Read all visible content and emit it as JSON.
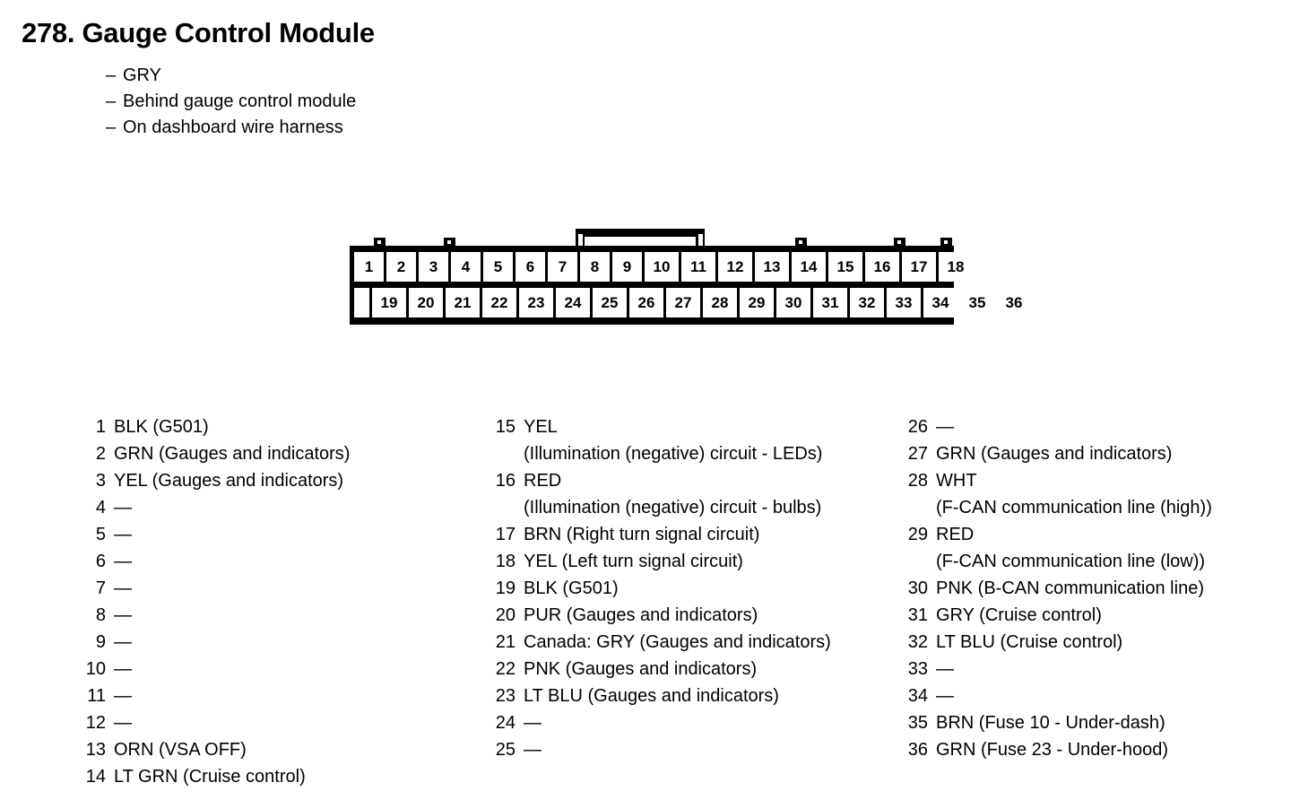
{
  "header": {
    "title": "278. Gauge Control Module",
    "notes": [
      "GRY",
      "Behind gauge control module",
      "On dashboard wire harness"
    ],
    "note_dash": "–"
  },
  "connector": {
    "top_row": [
      "1",
      "2",
      "3",
      "4",
      "5",
      "6",
      "7",
      "8",
      "9",
      "10",
      "11",
      "12",
      "13",
      "14",
      "15",
      "16",
      "17",
      "18"
    ],
    "bottom_row": [
      "19",
      "20",
      "21",
      "22",
      "23",
      "24",
      "25",
      "26",
      "27",
      "28",
      "29",
      "30",
      "31",
      "32",
      "33",
      "34",
      "35",
      "36"
    ]
  },
  "legend": {
    "empty_mark": "—",
    "columns": [
      {
        "items": [
          {
            "num": "1",
            "line1": "BLK (G501)",
            "line2": ""
          },
          {
            "num": "2",
            "line1": "GRN (Gauges and indicators)",
            "line2": ""
          },
          {
            "num": "3",
            "line1": "YEL (Gauges and indicators)",
            "line2": ""
          },
          {
            "num": "4",
            "line1": "—",
            "line2": ""
          },
          {
            "num": "5",
            "line1": "—",
            "line2": ""
          },
          {
            "num": "6",
            "line1": "—",
            "line2": ""
          },
          {
            "num": "7",
            "line1": "—",
            "line2": ""
          },
          {
            "num": "8",
            "line1": "—",
            "line2": ""
          },
          {
            "num": "9",
            "line1": "—",
            "line2": ""
          },
          {
            "num": "10",
            "line1": "—",
            "line2": ""
          },
          {
            "num": "11",
            "line1": "—",
            "line2": ""
          },
          {
            "num": "12",
            "line1": "—",
            "line2": ""
          },
          {
            "num": "13",
            "line1": "ORN (VSA OFF)",
            "line2": ""
          },
          {
            "num": "14",
            "line1": "LT GRN (Cruise control)",
            "line2": ""
          }
        ]
      },
      {
        "items": [
          {
            "num": "15",
            "line1": "YEL",
            "line2": "(Illumination (negative) circuit - LEDs)"
          },
          {
            "num": "16",
            "line1": "RED",
            "line2": "(Illumination (negative) circuit - bulbs)"
          },
          {
            "num": "17",
            "line1": "BRN (Right turn signal circuit)",
            "line2": ""
          },
          {
            "num": "18",
            "line1": "YEL (Left turn signal circuit)",
            "line2": ""
          },
          {
            "num": "19",
            "line1": "BLK (G501)",
            "line2": ""
          },
          {
            "num": "20",
            "line1": "PUR (Gauges and indicators)",
            "line2": ""
          },
          {
            "num": "21",
            "line1": "Canada: GRY (Gauges and indicators)",
            "line2": ""
          },
          {
            "num": "22",
            "line1": "PNK (Gauges and indicators)",
            "line2": ""
          },
          {
            "num": "23",
            "line1": "LT BLU (Gauges and indicators)",
            "line2": ""
          },
          {
            "num": "24",
            "line1": "—",
            "line2": ""
          },
          {
            "num": "25",
            "line1": "—",
            "line2": ""
          }
        ]
      },
      {
        "items": [
          {
            "num": "26",
            "line1": "—",
            "line2": ""
          },
          {
            "num": "27",
            "line1": "GRN (Gauges and indicators)",
            "line2": ""
          },
          {
            "num": "28",
            "line1": "WHT",
            "line2": "(F-CAN communication line (high))"
          },
          {
            "num": "29",
            "line1": "RED",
            "line2": "(F-CAN communication line (low))"
          },
          {
            "num": "30",
            "line1": "PNK (B-CAN communication line)",
            "line2": ""
          },
          {
            "num": "31",
            "line1": "GRY (Cruise control)",
            "line2": ""
          },
          {
            "num": "32",
            "line1": "LT BLU (Cruise control)",
            "line2": ""
          },
          {
            "num": "33",
            "line1": "—",
            "line2": ""
          },
          {
            "num": "34",
            "line1": "—",
            "line2": ""
          },
          {
            "num": "35",
            "line1": "BRN (Fuse 10 - Under-dash)",
            "line2": ""
          },
          {
            "num": "36",
            "line1": "GRN (Fuse 23 - Under-hood)",
            "line2": ""
          }
        ]
      }
    ]
  },
  "colors": {
    "ink": "#000000",
    "paper": "#ffffff"
  }
}
